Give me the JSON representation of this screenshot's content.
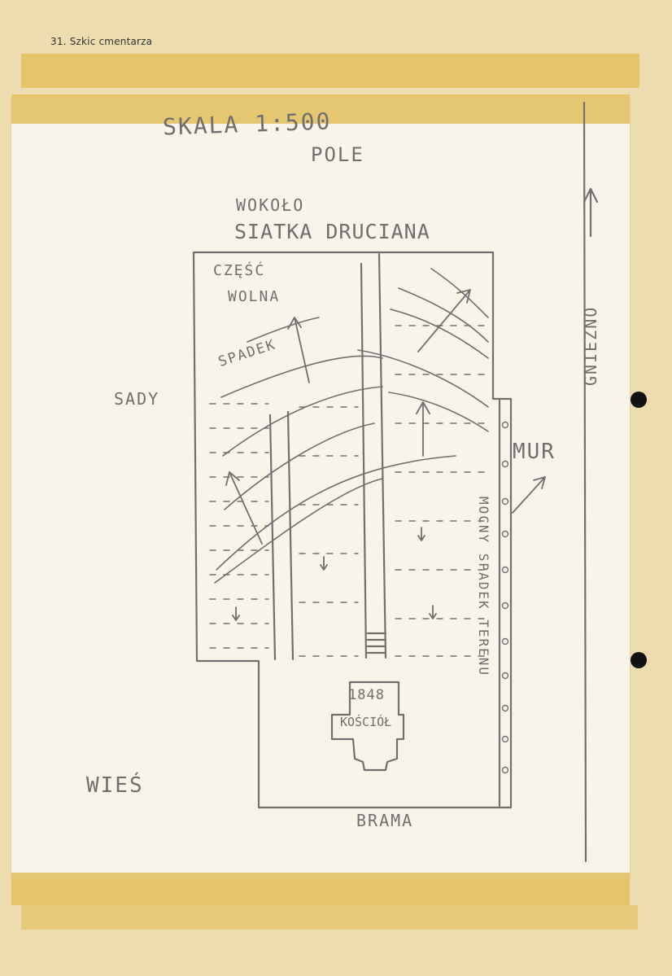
{
  "caption": "31. Szkic cmentarza",
  "sketch": {
    "scale": "SKALA 1:500",
    "pole": "POLE",
    "wokolo": "WOKOŁO",
    "siatka": "SIATKA DRUCIANA",
    "czesc": "CZĘŚĆ",
    "wolna": "WOLNA",
    "spadek": "SPADEK",
    "sady": "SADY",
    "mur": "MUR",
    "gniezno": "GNIEZNO",
    "mocny": "MOCNY SPADEK TERENU",
    "year": "1848",
    "kosciol": "KOŚCIÓŁ",
    "wies": "WIEŚ",
    "brama": "BRAMA"
  },
  "colors": {
    "paper": "#f8f4ea",
    "tape": "#e4c266",
    "pencil": "#6f6f6f"
  }
}
